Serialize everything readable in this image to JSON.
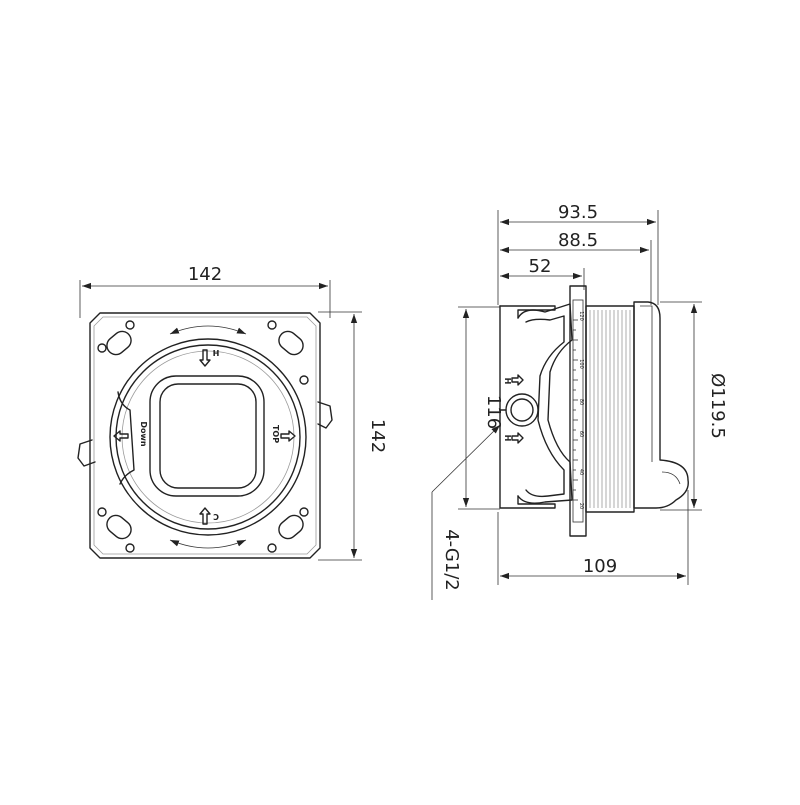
{
  "front_view": {
    "width_dim": "142",
    "height_dim": "142",
    "labels": {
      "hot": "H",
      "cold": "C",
      "top": "TOP",
      "down": "Down"
    }
  },
  "side_view": {
    "dim_overall_a": "93.5",
    "dim_overall_b": "88.5",
    "dim_depth": "52",
    "dim_height": "116",
    "dim_diameter": "Ø119.5",
    "dim_base": "109",
    "port_label": "4-G1/2",
    "inlet_labels": [
      "H",
      "H"
    ],
    "scale_marks": [
      "120",
      "100",
      "80",
      "60",
      "40",
      "20"
    ]
  },
  "colors": {
    "stroke": "#222222",
    "background": "#ffffff"
  }
}
